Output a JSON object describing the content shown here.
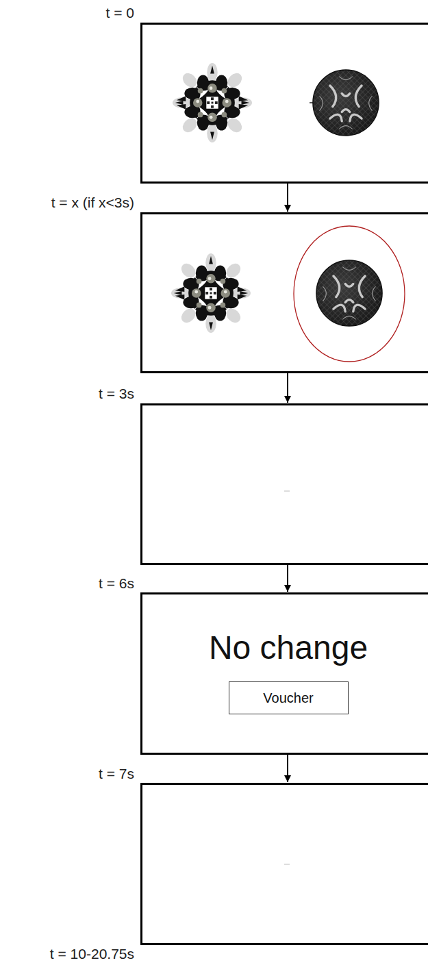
{
  "diagram": {
    "nodes": [
      {
        "text": [
          "No change"
        ]
      },
      {
        "text": [
          "Voucher"
        ],
        "in": 0
      }
    ],
    "labels": [
      "t = 0",
      "t = x (if x<3s)",
      "t = 3s",
      "t = 6s",
      "t = 7s",
      "t = 10-20.75s"
    ]
  }
}
